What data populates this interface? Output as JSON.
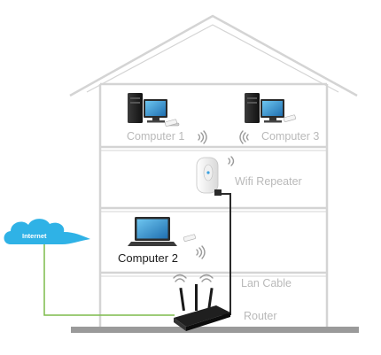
{
  "labels": {
    "computer1": "Computer 1",
    "computer3": "Computer 3",
    "repeater": "Wifi Repeater",
    "computer2": "Computer 2",
    "lan_cable": "Lan Cable",
    "router": "Router",
    "internet": "Internet"
  },
  "colors": {
    "wall": "#d4d4d4",
    "ground": "#9a9a9a",
    "cloud": "#2fb2e6",
    "internet_line": "#7dbb4c",
    "lan_line": "#2a2a2a",
    "label_gray": "#b9b9b9",
    "label_dark": "#1c1c1c"
  },
  "icons": [
    "desktop-computer-icon",
    "laptop-icon",
    "wifi-repeater-icon",
    "router-icon",
    "cloud-icon",
    "wifi-signal-icon",
    "usb-adapter-icon"
  ]
}
